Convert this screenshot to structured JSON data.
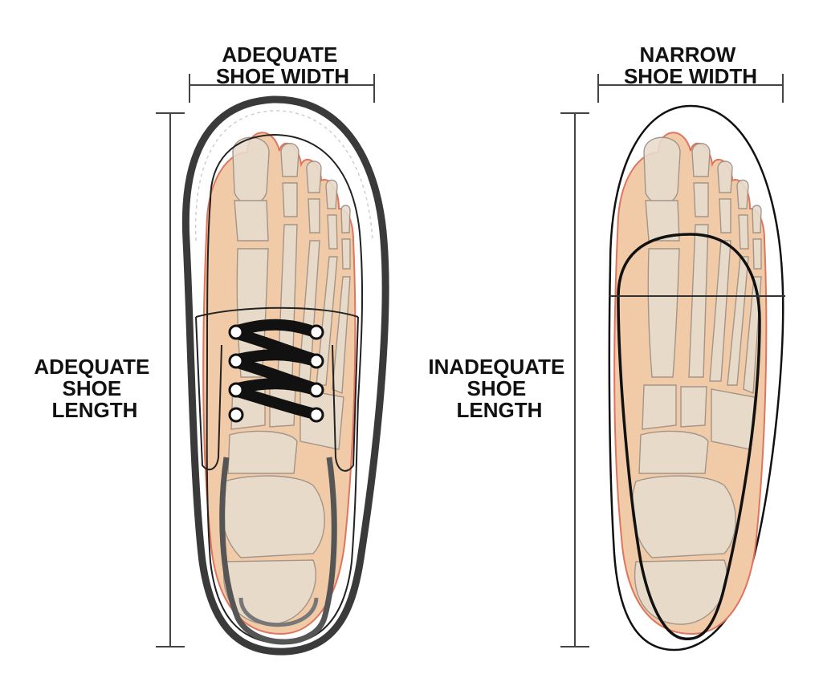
{
  "labels": {
    "left_width": [
      "ADEQUATE",
      "SHOE WIDTH"
    ],
    "right_width": [
      "NARROW",
      "SHOE WIDTH"
    ],
    "left_length": [
      "ADEQUATE",
      "SHOE",
      "LENGTH"
    ],
    "right_length": [
      "INADEQUATE",
      "SHOE",
      "LENGTH"
    ]
  },
  "colors": {
    "skin": "#f1cba8",
    "skin_outline": "#e0745c",
    "bone": "#e8dccd",
    "bone_outline": "#9a8f86",
    "shoe_dark": "#3a3a3a",
    "outline": "#111111",
    "dimension_line": "#444444"
  },
  "icons": {
    "left_foot": "foot-skeleton-icon",
    "right_foot": "foot-skeleton-icon",
    "shoe": "lace-up-shoe-icon",
    "narrow_shoe": "narrow-shoe-outline-icon"
  }
}
